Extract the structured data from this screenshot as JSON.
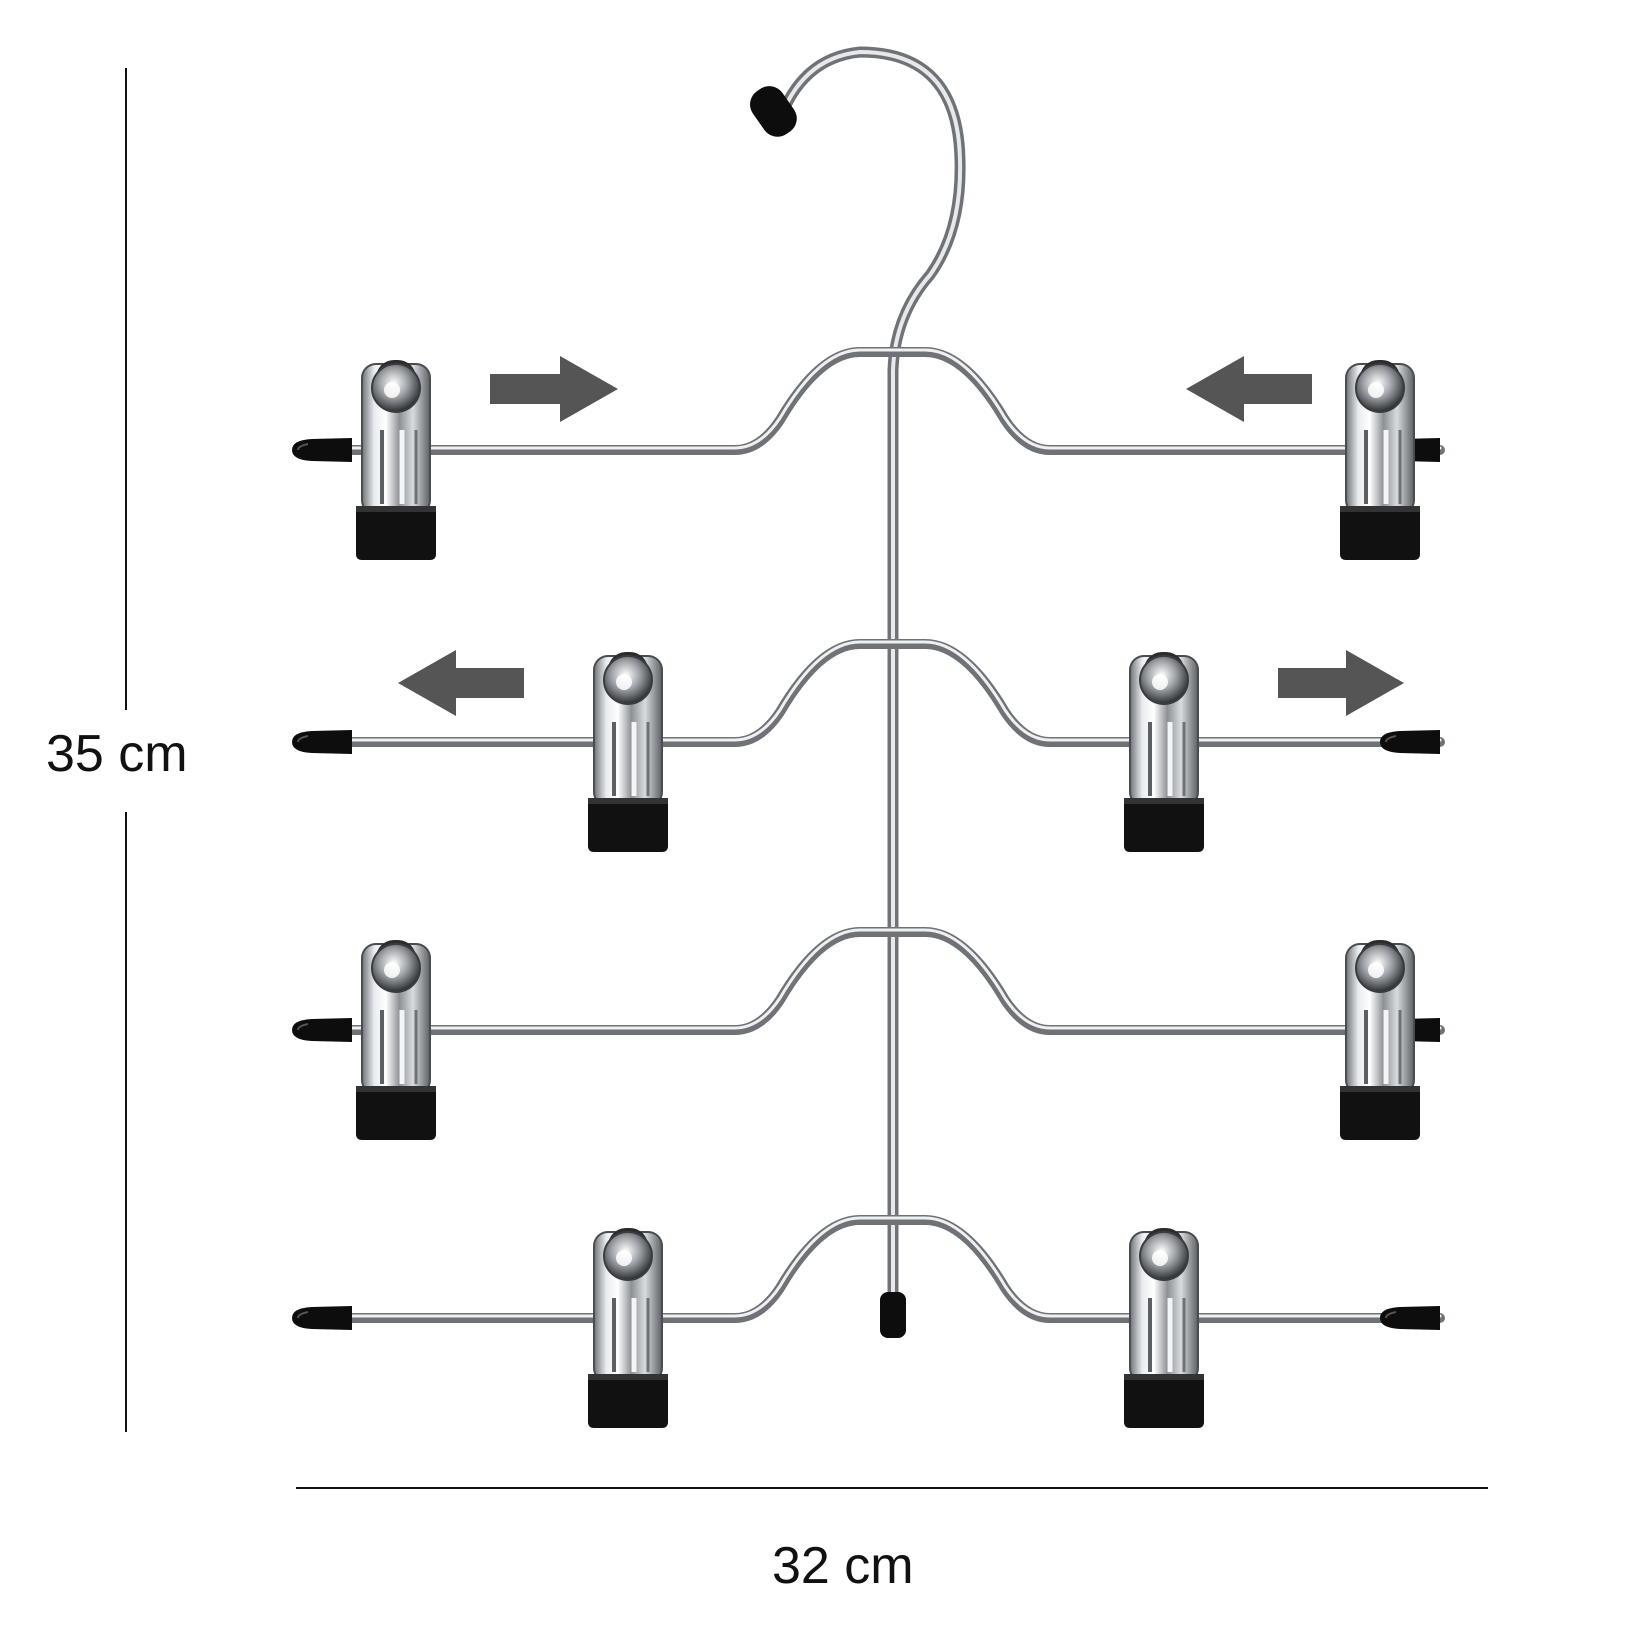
{
  "dimensions": {
    "height_label": "35 cm",
    "width_label": "32 cm"
  },
  "product": {
    "tiers": 4,
    "clips_total": 8,
    "arrow_directions": {
      "tier_1": [
        "right",
        "left"
      ],
      "tier_2": [
        "left",
        "right"
      ]
    }
  },
  "colors": {
    "background": "#ffffff",
    "wire": "#9a9ea3",
    "rubber_caps": "#0d0d0d",
    "arrows": "#555555",
    "dimension_lines": "#111111"
  }
}
